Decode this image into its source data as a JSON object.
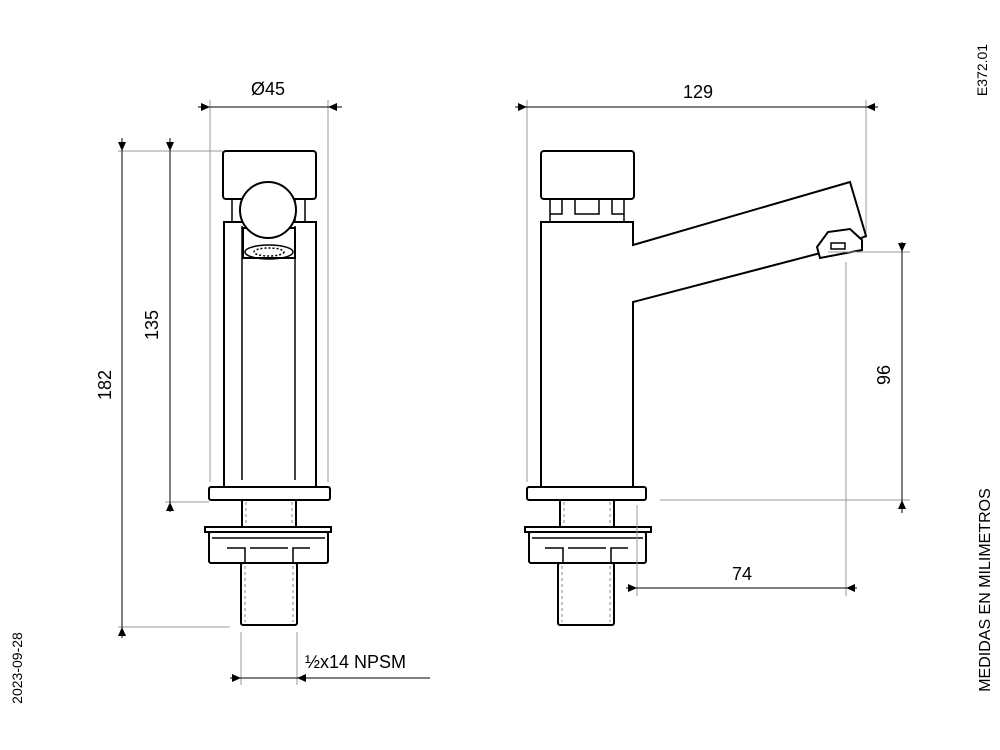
{
  "drawing": {
    "code": "E372.01",
    "date": "2023-09-28",
    "units_note": "MEDIDAS EN MILIMETROS"
  },
  "dimensions": {
    "diameter": "Ø45",
    "total_height": "182",
    "body_height": "135",
    "thread": "½x14 NPSM",
    "total_depth": "129",
    "spout_height": "96",
    "spout_reach": "74"
  }
}
